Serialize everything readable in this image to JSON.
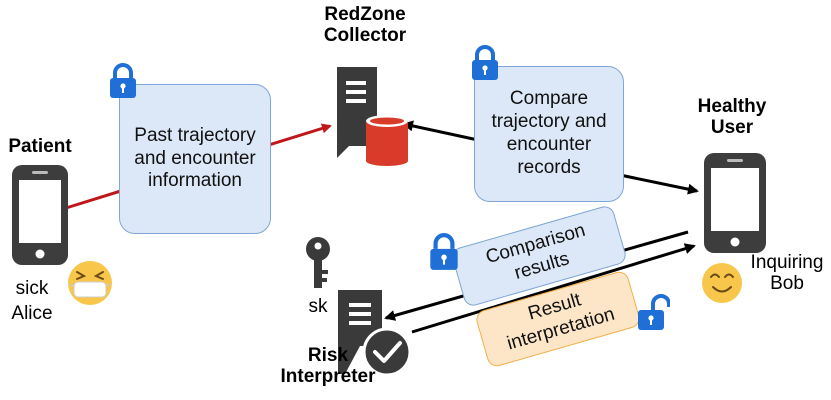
{
  "nodes": {
    "patient": {
      "title": "Patient",
      "name_line1": "sick",
      "name_line2": "Alice"
    },
    "collector": {
      "title_line1": "RedZone",
      "title_line2": "Collector"
    },
    "healthy_user": {
      "title_line1": "Healthy",
      "title_line2": "User",
      "name_line1": "Inquiring",
      "name_line2": "Bob"
    },
    "risk_interpreter": {
      "title_line1": "Risk",
      "title_line2": "Interpreter",
      "key_label": "sk"
    }
  },
  "messages": {
    "past_info": [
      "Past trajectory",
      "and encounter",
      "information"
    ],
    "compare": [
      "Compare",
      "trajectory and",
      "encounter",
      "records"
    ],
    "comparison_results": [
      "Comparison",
      "results"
    ],
    "result_interpretation": [
      "Result",
      "interpretation"
    ]
  },
  "colors": {
    "blue_box": "#dce8f7",
    "orange_box": "#fde6c8",
    "lock_blue": "#1f6fd6",
    "arrow_red": "#c0171b",
    "arrow_black": "#000000",
    "server_dark": "#3a3a3a",
    "database_red": "#d93b2b",
    "emoji_yellow": "#f7c64a"
  },
  "icons": [
    "phone-icon",
    "server-icon",
    "database-icon",
    "lock-icon",
    "key-icon",
    "check-icon",
    "sick-face-icon",
    "smiling-face-icon"
  ]
}
